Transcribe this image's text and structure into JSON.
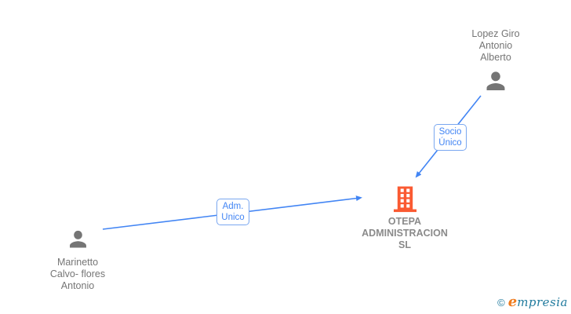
{
  "diagram": {
    "nodes": {
      "person_top": {
        "type": "person",
        "lines": [
          "Lopez Giro",
          "Antonio",
          "Alberto"
        ]
      },
      "person_bottom": {
        "type": "person",
        "lines": [
          "Marinetto",
          "Calvo- flores",
          "Antonio"
        ]
      },
      "company": {
        "type": "company",
        "lines": [
          "OTEPA",
          "ADMINISTRACION",
          "SL"
        ]
      }
    },
    "edges": [
      {
        "from": "person_top",
        "to": "company",
        "label_lines": [
          "Socio",
          "Único"
        ]
      },
      {
        "from": "person_bottom",
        "to": "company",
        "label_lines": [
          "Adm.",
          "Unico"
        ]
      }
    ]
  },
  "watermark": {
    "copyright": "©",
    "brand_first_letter": "e",
    "brand_rest": "mpresia"
  },
  "colors": {
    "line_blue": "#4285f4",
    "edge_border": "#7aa7f0",
    "person_gray": "#757575",
    "label_gray": "#757575",
    "company_orange": "#fa5a32",
    "watermark_teal": "#217b9e",
    "watermark_orange": "#ef7b1e",
    "canvas_bg": "#ffffff"
  }
}
